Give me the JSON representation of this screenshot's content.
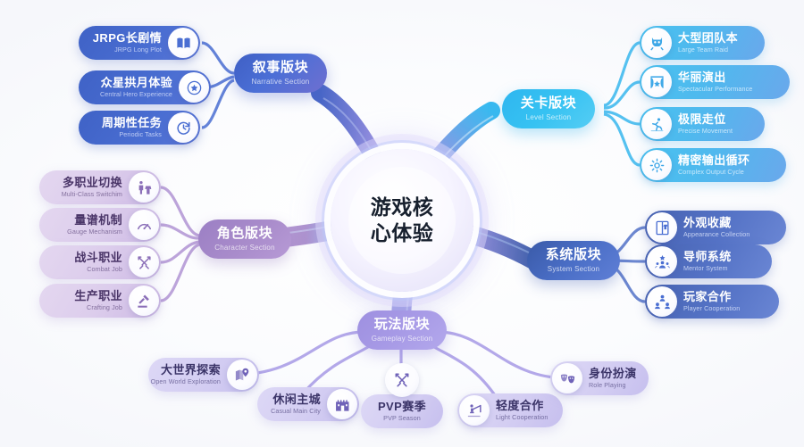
{
  "center": {
    "cn": "游戏核\n心体验",
    "cn_line1": "游戏核",
    "cn_line2": "心体验",
    "en": ""
  },
  "colors": {
    "background": "#fafbfe",
    "narrative": "#4b6fd6",
    "level": "#36c2f2",
    "character": "#a98ccb",
    "system": "#4a6ec6",
    "gameplay": "#a79ae6"
  },
  "branches": [
    {
      "key": "narrative",
      "cn": "叙事版块",
      "en": "Narrative Section",
      "children": [
        {
          "cn": "JRPG长剧情",
          "en": "JRPG Long Plot",
          "icon": "book-icon"
        },
        {
          "cn": "众星拱月体验",
          "en": "Central Hero Experience",
          "icon": "star-badge-icon"
        },
        {
          "cn": "周期性任务",
          "en": "Periodic Tasks",
          "icon": "clock-refresh-icon"
        }
      ]
    },
    {
      "key": "level",
      "cn": "关卡版块",
      "en": "Level Section",
      "children": [
        {
          "cn": "大型团队本",
          "en": "Large Team Raid",
          "icon": "monster-icon"
        },
        {
          "cn": "华丽演出",
          "en": "Spectacular Performance",
          "icon": "stage-curtain-icon"
        },
        {
          "cn": "极限走位",
          "en": "Precise Movement",
          "icon": "running-person-icon"
        },
        {
          "cn": "精密输出循环",
          "en": "Complex Output Cycle",
          "icon": "gear-cycle-icon"
        }
      ]
    },
    {
      "key": "character",
      "cn": "角色版块",
      "en": "Character Section",
      "children": [
        {
          "cn": "多职业切换",
          "en": "Multi-Class Switchim",
          "icon": "class-switch-icon"
        },
        {
          "cn": "量谱机制",
          "en": "Gauge Mechanism",
          "icon": "gauge-icon"
        },
        {
          "cn": "战斗职业",
          "en": "Combat Job",
          "icon": "crossed-swords-icon"
        },
        {
          "cn": "生产职业",
          "en": "Crafting Job",
          "icon": "hammer-anvil-icon"
        }
      ]
    },
    {
      "key": "system",
      "cn": "系统版块",
      "en": "System Section",
      "children": [
        {
          "cn": "外观收藏",
          "en": "Appearance Collection",
          "icon": "wardrobe-icon"
        },
        {
          "cn": "导师系统",
          "en": "Mentor System",
          "icon": "mentor-icon"
        },
        {
          "cn": "玩家合作",
          "en": "Player Cooperation",
          "icon": "cooperation-icon"
        }
      ]
    },
    {
      "key": "gameplay",
      "cn": "玩法版块",
      "en": "Gameplay Section",
      "children": [
        {
          "cn": "大世界探索",
          "en": "Open World Exploration",
          "icon": "map-pin-icon"
        },
        {
          "cn": "休闲主城",
          "en": "Casual Main City",
          "icon": "castle-icon"
        },
        {
          "cn": "PVP赛季",
          "en": "PVP Season",
          "icon": "crossed-swords-icon"
        },
        {
          "cn": "轻度合作",
          "en": "Light Cooperation",
          "icon": "fishing-icon"
        },
        {
          "cn": "身份扮演",
          "en": "Role Playing",
          "icon": "theater-masks-icon"
        }
      ]
    }
  ]
}
